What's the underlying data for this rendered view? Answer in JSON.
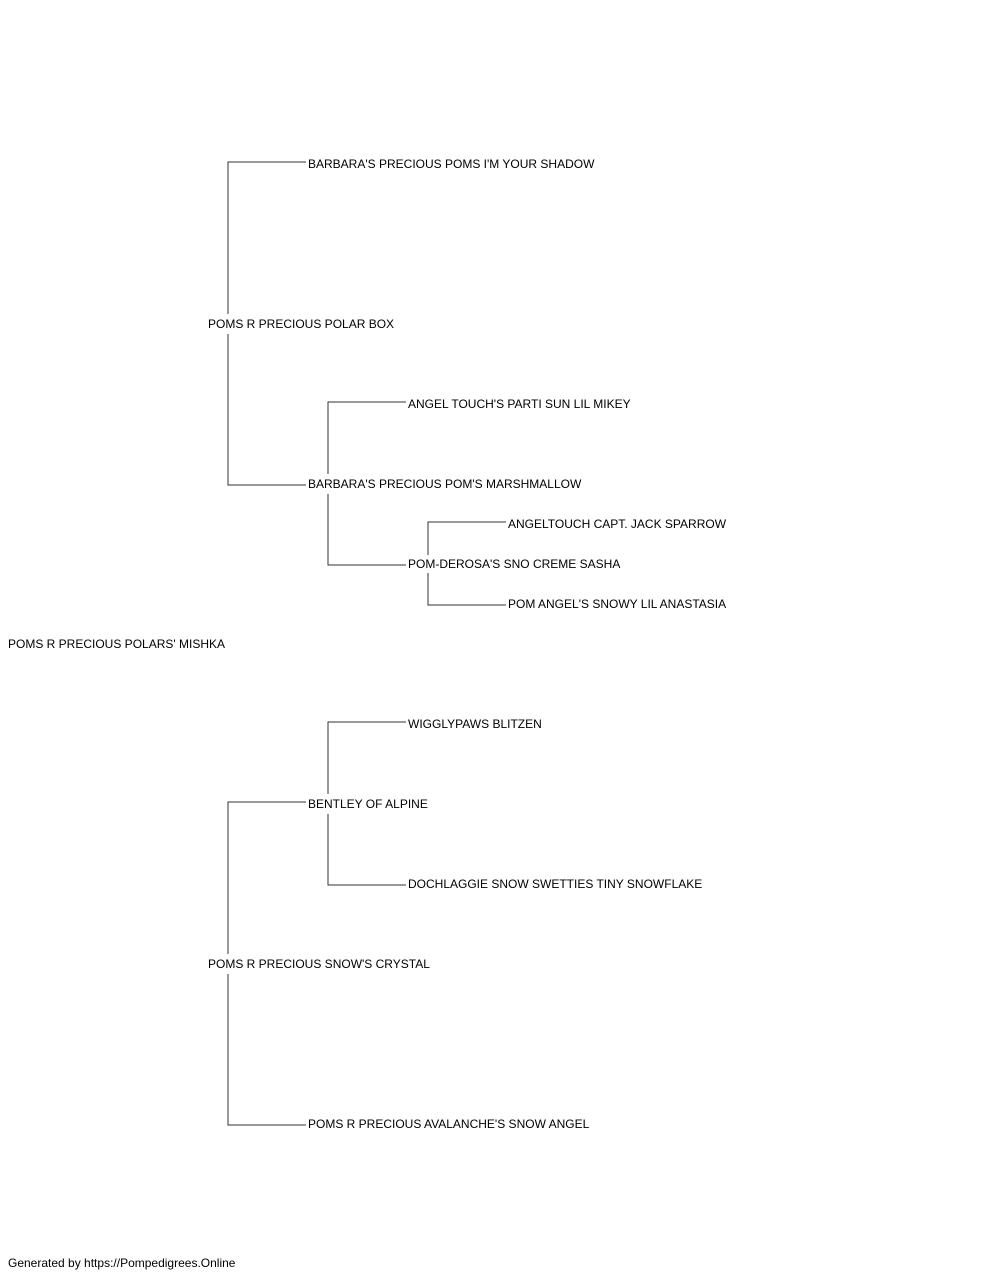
{
  "pedigree": {
    "subject": "POMS R PRECIOUS POLARS' MISHKA",
    "sire": "POMS R PRECIOUS POLAR BOX",
    "sire_sire": "BARBARA'S PRECIOUS POMS I'M YOUR SHADOW",
    "sire_dam": "BARBARA'S PRECIOUS POM'S MARSHMALLOW",
    "sire_dam_sire": "ANGEL TOUCH'S PARTI SUN LIL MIKEY",
    "sire_dam_dam": "POM-DEROSA'S SNO CREME SASHA",
    "sire_dam_dam_sire": "ANGELTOUCH CAPT. JACK SPARROW",
    "sire_dam_dam_dam": "POM ANGEL'S SNOWY LIL ANASTASIA",
    "dam": "POMS R PRECIOUS SNOW'S CRYSTAL",
    "dam_sire": "BENTLEY OF ALPINE",
    "dam_sire_sire": "WIGGLYPAWS BLITZEN",
    "dam_sire_dam": "DOCHLAGGIE SNOW SWETTIES TINY SNOWFLAKE",
    "dam_dam": "POMS R PRECIOUS AVALANCHE'S SNOW ANGEL"
  },
  "footer": {
    "text": "Generated by https://Pompedigrees.Online"
  },
  "colors": {
    "line": "#333333",
    "text": "#000000",
    "background": "#ffffff"
  }
}
